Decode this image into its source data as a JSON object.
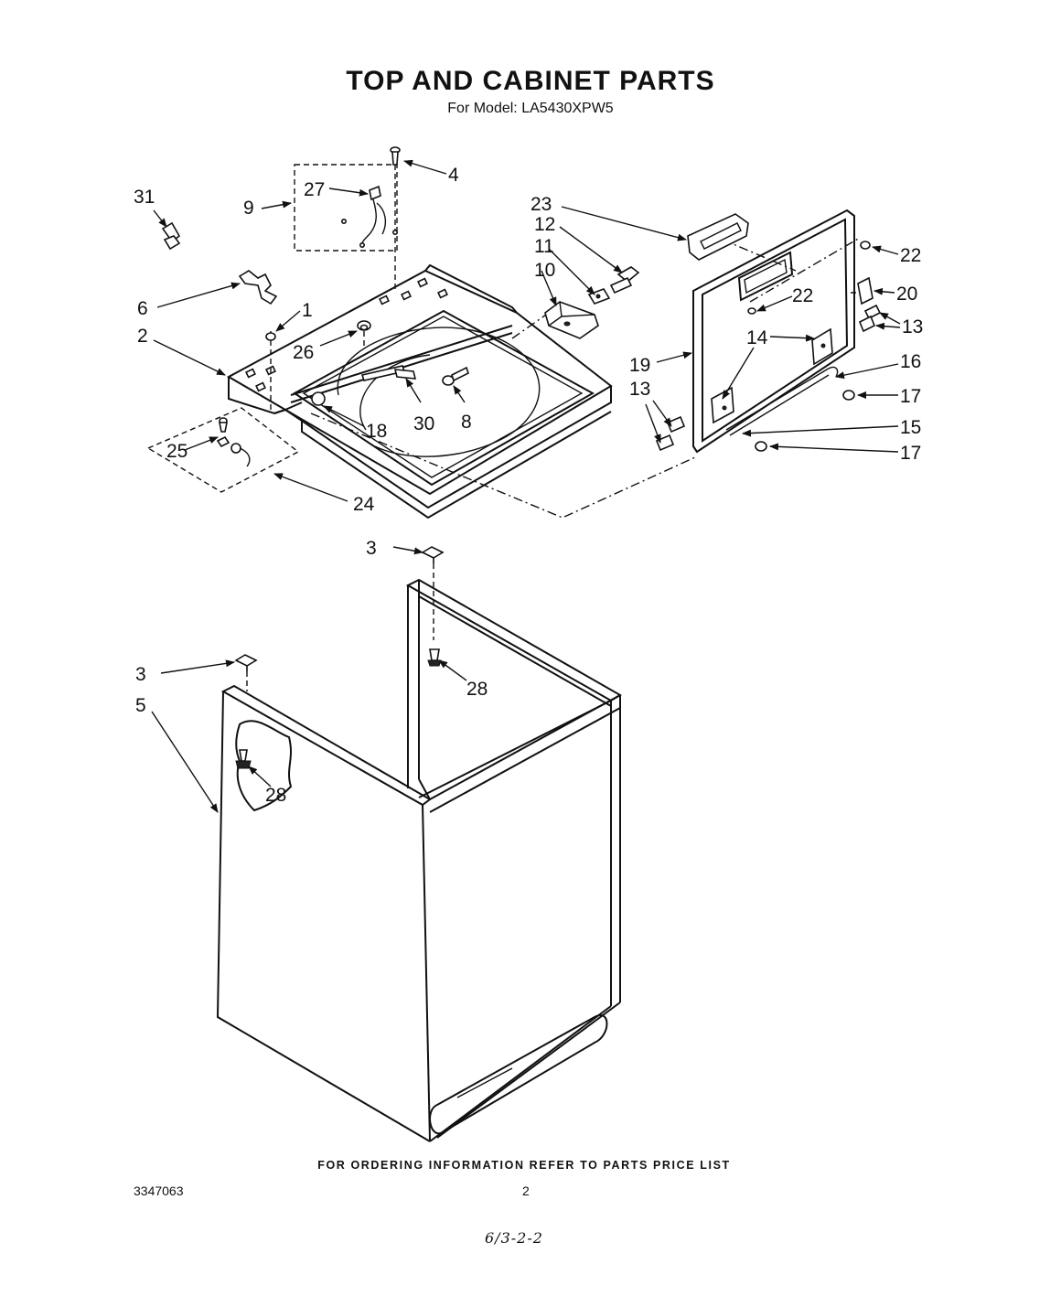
{
  "title": "TOP AND CABINET PARTS",
  "subtitle": "For Model: LA5430XPW5",
  "footer": "FOR ORDERING INFORMATION REFER TO PARTS PRICE LIST",
  "document_number": "3347063",
  "page_number": "2",
  "handwritten_note": "6/3-2-2",
  "callouts": {
    "c1": "1",
    "c2": "2",
    "c3a": "3",
    "c3b": "3",
    "c4": "4",
    "c5": "5",
    "c6": "6",
    "c8": "8",
    "c9": "9",
    "c10": "10",
    "c11": "11",
    "c12": "12",
    "c13a": "13",
    "c13b": "13",
    "c14": "14",
    "c15": "15",
    "c16": "16",
    "c17a": "17",
    "c17b": "17",
    "c18": "18",
    "c19": "19",
    "c20": "20",
    "c22a": "22",
    "c22b": "22",
    "c23": "23",
    "c24": "24",
    "c25": "25",
    "c26": "26",
    "c27": "27",
    "c28a": "28",
    "c28b": "28",
    "c30": "30",
    "c31": "31"
  }
}
